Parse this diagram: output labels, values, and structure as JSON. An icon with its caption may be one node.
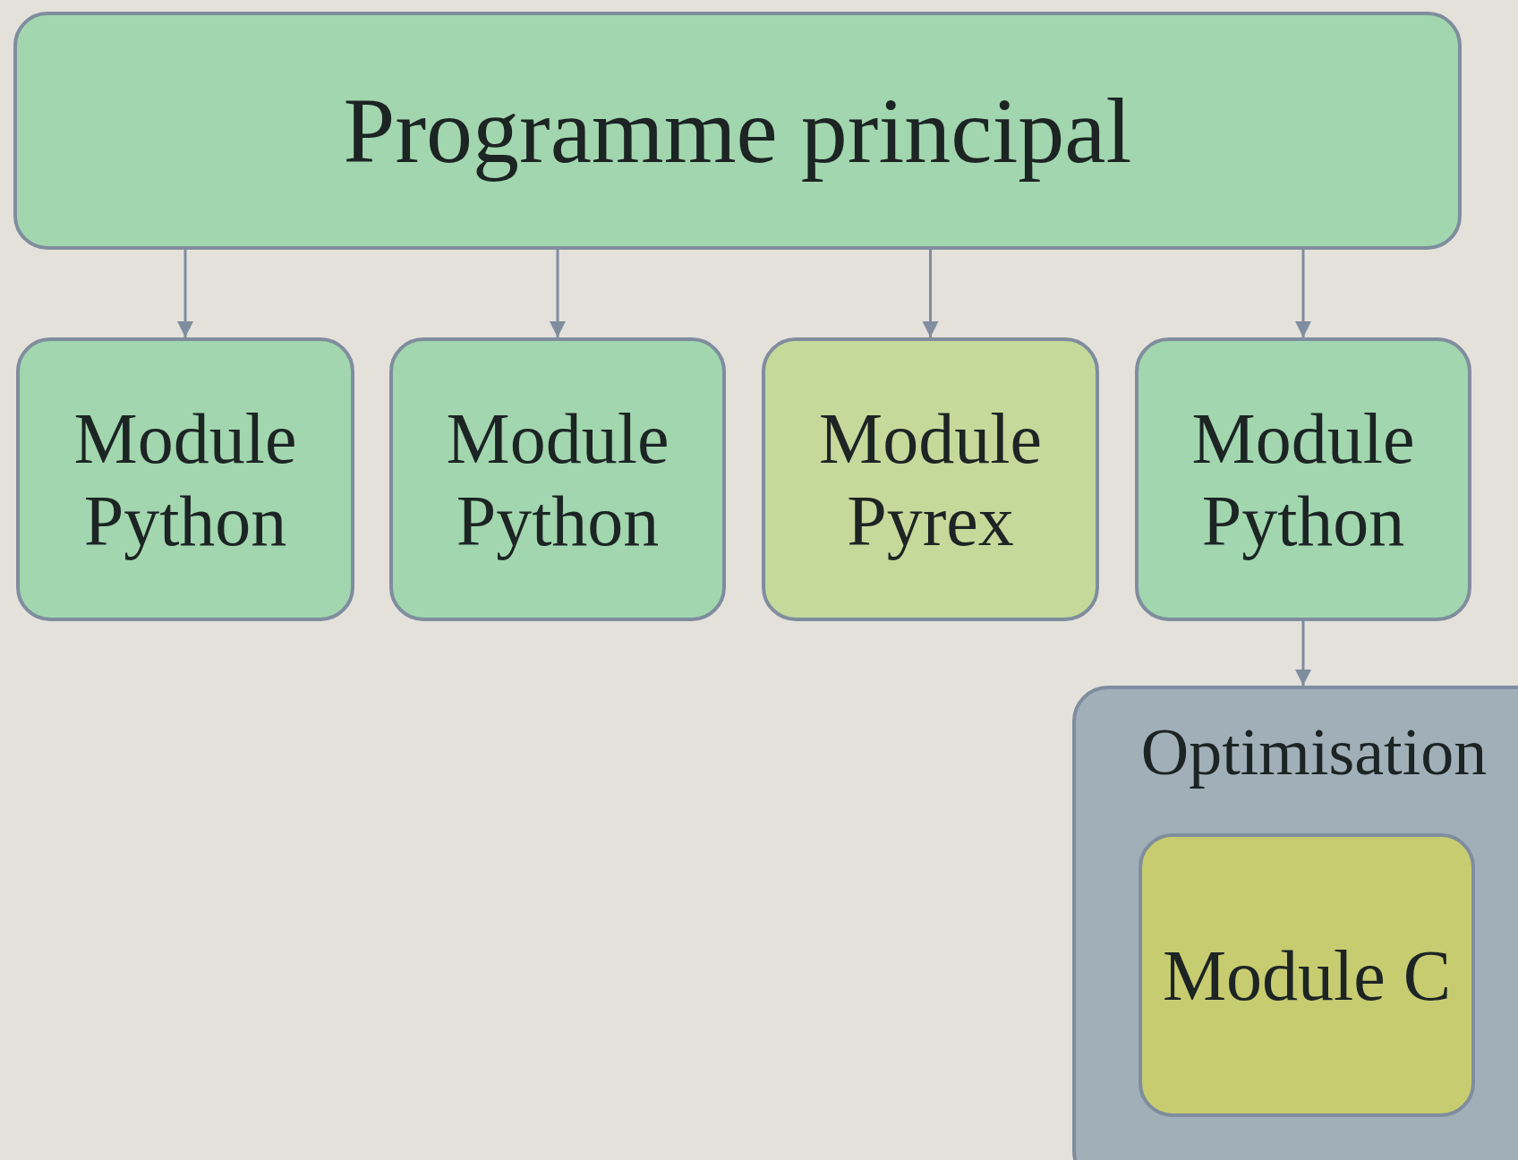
{
  "diagram": {
    "nodes": [
      {
        "text": [
          "Programme principal"
        ]
      },
      {
        "text": [
          "Module Python"
        ]
      },
      {
        "text": [
          "Module Python"
        ]
      },
      {
        "text": [
          "Module Pyrex"
        ]
      },
      {
        "text": [
          "Module Python"
        ]
      },
      {
        "text": [
          "Optimisation"
        ]
      },
      {
        "text": [
          "Module C"
        ],
        "in": 5
      }
    ],
    "edges": [
      {
        "from": 0,
        "to": 1,
        "arrow": "to"
      },
      {
        "from": 0,
        "to": 2,
        "arrow": "to"
      },
      {
        "from": 0,
        "to": 3,
        "arrow": "to"
      },
      {
        "from": 0,
        "to": 4,
        "arrow": "to"
      },
      {
        "from": 4,
        "to": 5,
        "arrow": "to"
      }
    ]
  }
}
